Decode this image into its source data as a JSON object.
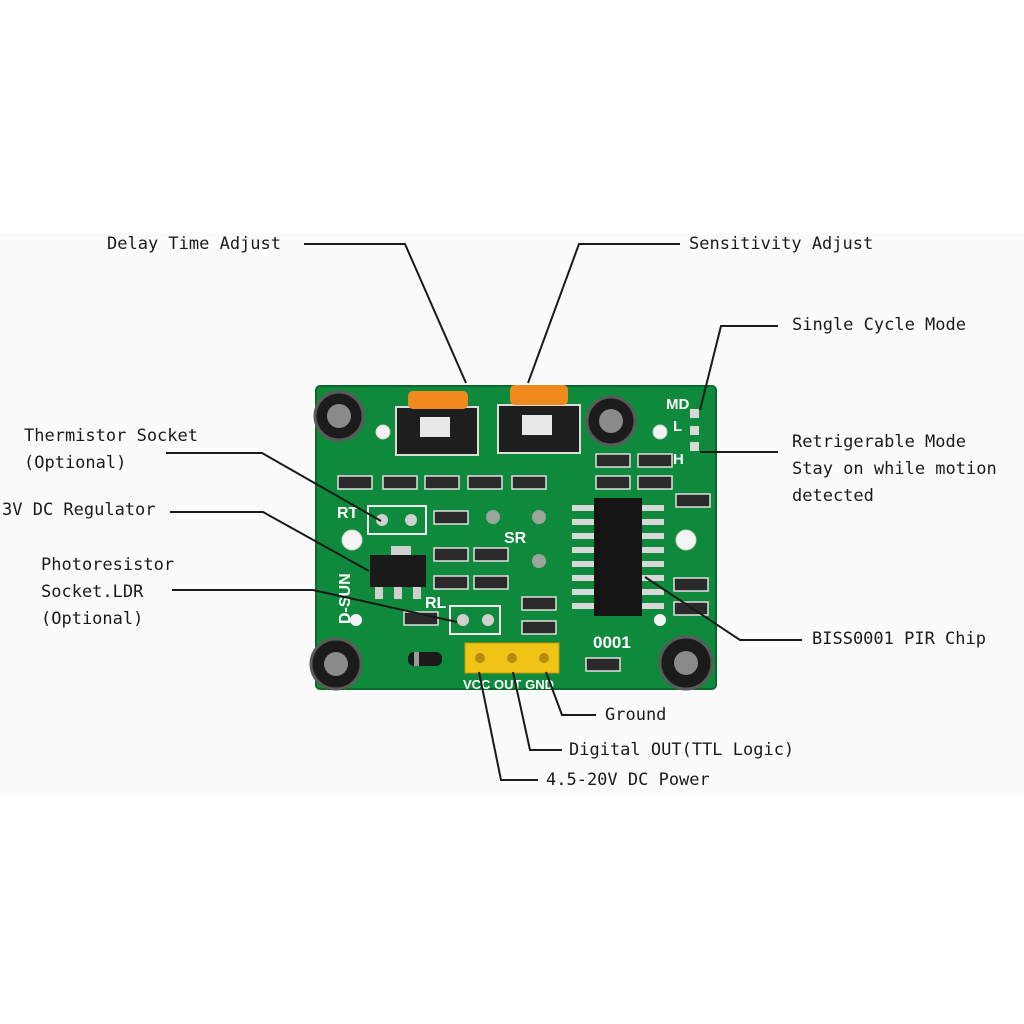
{
  "annotations": {
    "delay_time": "Delay Time Adjust",
    "sensitivity": "Sensitivity Adjust",
    "single_cycle": "Single Cycle Mode",
    "retriggerable_1": "Retrigerable Mode",
    "retriggerable_2": "Stay on while motion",
    "retriggerable_3": "detected",
    "thermistor_1": "Thermistor Socket",
    "thermistor_2": "(Optional)",
    "regulator": "3V DC Regulator",
    "photoresistor_1": "Photoresistor",
    "photoresistor_2": "Socket.LDR",
    "photoresistor_3": "(Optional)",
    "chip": "BISS0001 PIR Chip",
    "ground": "Ground",
    "digital_out": "Digital OUT(TTL Logic)",
    "power": "4.5-20V DC Power"
  },
  "board_silkscreen": {
    "md": "MD",
    "l": "L",
    "h": "H",
    "rt": "RT",
    "sr": "SR",
    "rl": "RL",
    "brand": "D-SUN",
    "chip_code": "0001",
    "pins": "VCC OUT GND"
  },
  "colors": {
    "pcb": "#0f8a3c",
    "pot_cap": "#f08a1c",
    "header": "#f2c417",
    "leader_line": "#1a1a1a"
  }
}
